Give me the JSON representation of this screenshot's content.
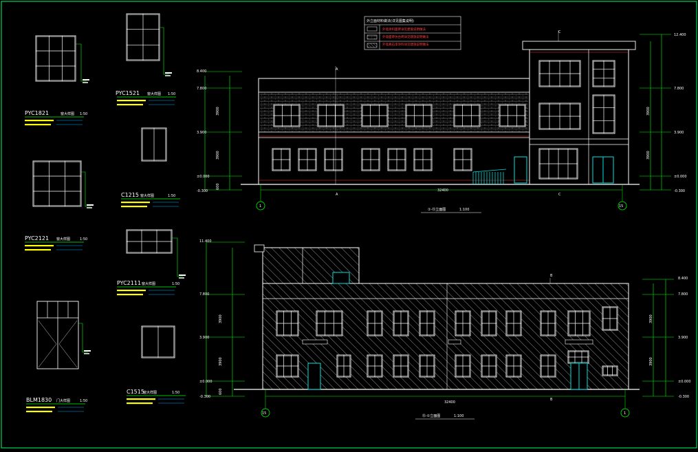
{
  "colors": {
    "background": "#000000",
    "frame": "#00ff66",
    "line": "#ffffff",
    "accent_green": "#00ff00",
    "note_yellow": "#ffff00",
    "note_red": "#ff3030",
    "door_cyan": "#00e5e5",
    "hatch": "#b8b8b8",
    "brick": "#8a8a8a"
  },
  "details": [
    {
      "code": "PYC1821",
      "title": "窗大样图",
      "scale": "1:50"
    },
    {
      "code": "PYC1521",
      "title": "窗大样图",
      "scale": "1:50"
    },
    {
      "code": "C1215",
      "title": "窗大样图",
      "scale": "1:50"
    },
    {
      "code": "PYC2121",
      "title": "窗大样图",
      "scale": "1:50"
    },
    {
      "code": "PYC2111",
      "title": "窗大样图",
      "scale": "1:50"
    },
    {
      "code": "BLM1830",
      "title": "门大样图",
      "scale": "1:50"
    },
    {
      "code": "C1515",
      "title": "窗大样图",
      "scale": "1:50"
    }
  ],
  "elevation_top": {
    "title": "①-⑮立面图",
    "scale": "1:100",
    "axis_start": "1",
    "axis_end": "15",
    "grid_labels": [
      "A",
      "C"
    ],
    "levels_left": [
      "8.400",
      "7.800",
      "3.900",
      "±0.000",
      "-0.300"
    ],
    "levels_right": [
      "12.400",
      "7.800",
      "3.900",
      "±0.000",
      "-0.300"
    ],
    "dims": [
      "3900",
      "3900",
      "600"
    ],
    "total_dim": "32400"
  },
  "elevation_bottom": {
    "title": "⑮-①立面图",
    "scale": "1:100",
    "axis_start": "15",
    "axis_end": "1",
    "grid_label": "B",
    "levels_left": [
      "11.400",
      "7.800",
      "3.900",
      "±0.000",
      "-0.300"
    ],
    "levels_right": [
      "8.400",
      "7.800",
      "3.900",
      "±0.000",
      "-0.300"
    ],
    "dims": [
      "3900",
      "3900",
      "600"
    ],
    "total_dim": "32400"
  },
  "legend": {
    "title": "外立面材料做法(详见图集说明)",
    "rows": [
      "外墙涂料面砖详见建施说明做法",
      "外墙面砖仿古砖详见建施说明做法",
      "外墙真石漆涂料详见建施说明做法"
    ]
  }
}
